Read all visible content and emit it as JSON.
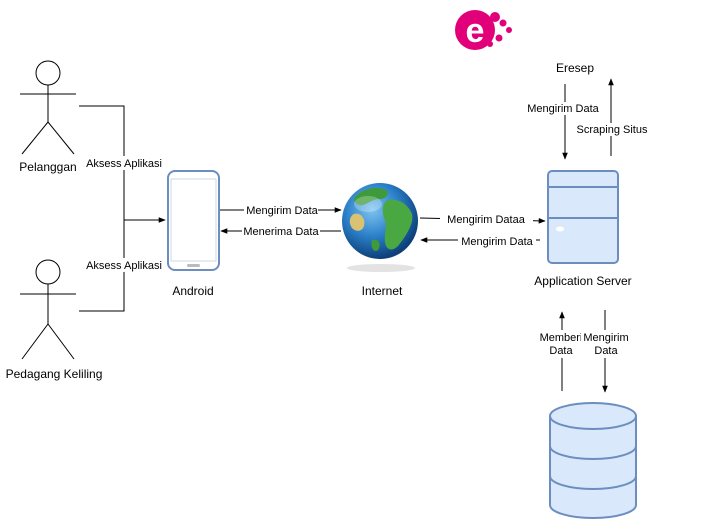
{
  "actors": {
    "pelanggan": "Pelanggan",
    "pedagang": "Pedagang Keliling"
  },
  "nodes": {
    "android": "Android",
    "internet": "Internet",
    "server": "Application Server",
    "eresep": "Eresep"
  },
  "edges": {
    "aksess_1": "Aksess Aplikasi",
    "aksess_2": "Aksess Aplikasi",
    "android_to_internet": "Mengirim Data",
    "internet_to_android": "Menerima Data",
    "internet_to_server": "Mengirim Dataa",
    "server_to_internet": "Mengirim Data",
    "eresep_to_server": "Mengirim Data",
    "server_to_eresep": "Scraping Situs",
    "db_to_server_line1": "Memberi",
    "db_to_server_line2": "Data",
    "server_to_db_line1": "Mengirim",
    "server_to_db_line2": "Data"
  },
  "logo": {
    "letter": "e",
    "color": "#e2007a"
  },
  "colors": {
    "device_stroke": "#6c8ebf",
    "device_fill": "#ffffff",
    "screen_fill": "#e6e6e6",
    "server_fill": "#dae8fc",
    "server_stroke": "#6c8ebf",
    "db_fill": "#dae8fc",
    "db_stroke": "#6c8ebf"
  }
}
